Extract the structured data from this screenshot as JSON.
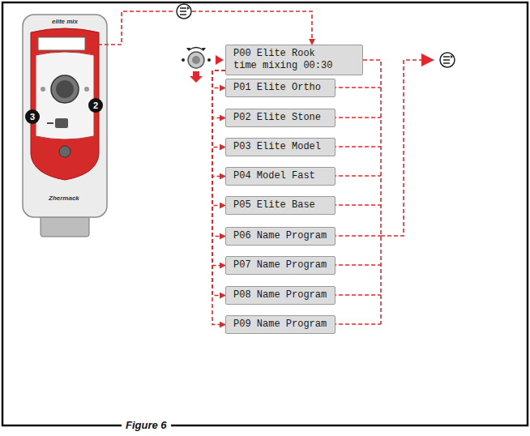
{
  "diagram": {
    "caption": "Figure 6",
    "nodes": [
      {
        "text": [
          "P00 Elite Rook",
          "time mixing 00:30"
        ]
      },
      {
        "text": [
          "P01 Elite Ortho"
        ]
      },
      {
        "text": [
          "P02 Elite Stone"
        ]
      },
      {
        "text": [
          "P03 Elite Model"
        ]
      },
      {
        "text": [
          "P04 Model Fast"
        ]
      },
      {
        "text": [
          "P05 Elite Base"
        ]
      },
      {
        "text": [
          "P06 Name Program"
        ]
      },
      {
        "text": [
          "P07 Name Program"
        ]
      },
      {
        "text": [
          "P08 Name Program"
        ]
      },
      {
        "text": [
          "P09 Name Program"
        ]
      }
    ],
    "edges": [
      {
        "from": 0,
        "to": 1,
        "arrow": "to"
      },
      {
        "from": 0,
        "to": 2,
        "arrow": "to"
      },
      {
        "from": 0,
        "to": 3,
        "arrow": "to"
      },
      {
        "from": 0,
        "to": 4,
        "arrow": "to"
      },
      {
        "from": 0,
        "to": 5,
        "arrow": "to"
      },
      {
        "from": 0,
        "to": 6,
        "arrow": "to"
      },
      {
        "from": 0,
        "to": 7,
        "arrow": "to"
      },
      {
        "from": 0,
        "to": 8,
        "arrow": "to"
      },
      {
        "from": 0,
        "to": 9,
        "arrow": "to"
      }
    ],
    "labels": [
      "elite mix",
      "2",
      "3",
      "Zhermack"
    ]
  }
}
